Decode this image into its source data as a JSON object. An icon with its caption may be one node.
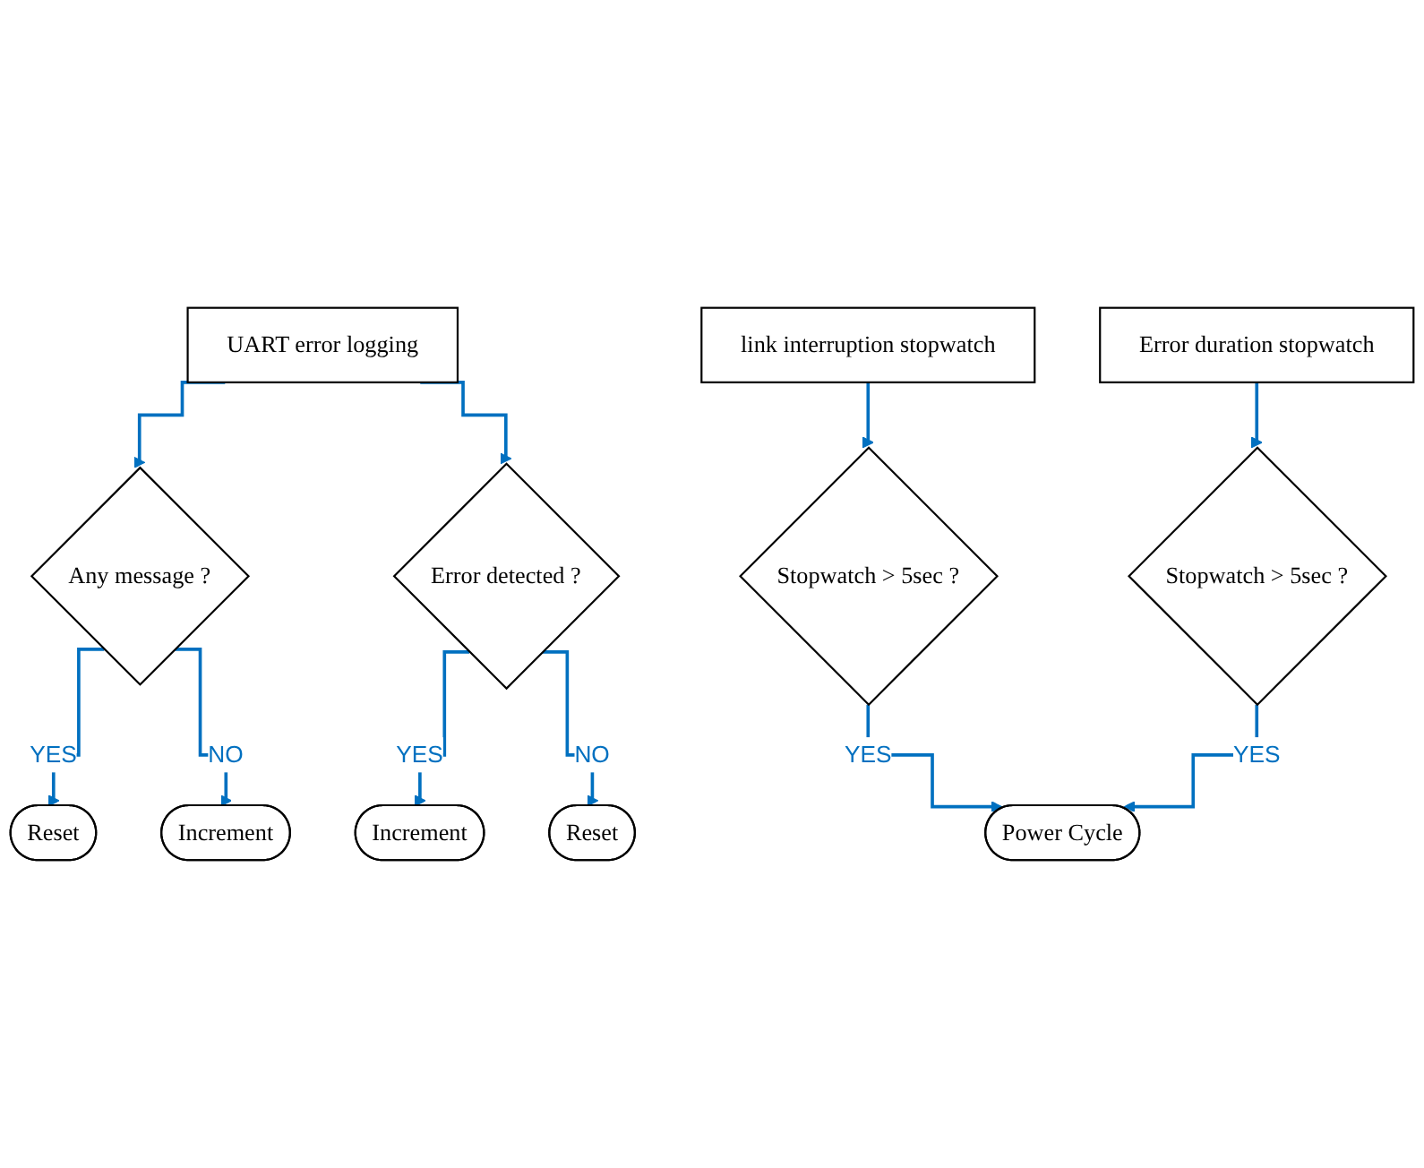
{
  "diagram": {
    "nodes": [
      {
        "text": [
          "UART error logging"
        ]
      },
      {
        "text": [
          "Any message ?"
        ]
      },
      {
        "text": [
          "Error detected ?"
        ]
      },
      {
        "text": [
          "Reset"
        ]
      },
      {
        "text": [
          "Increment"
        ]
      },
      {
        "text": [
          "Increment"
        ]
      },
      {
        "text": [
          "Reset"
        ]
      },
      {
        "text": [
          "link interruption stopwatch"
        ]
      },
      {
        "text": [
          "Error duration stopwatch"
        ]
      },
      {
        "text": [
          "Stopwatch > 5sec ?"
        ]
      },
      {
        "text": [
          "Stopwatch > 5sec ?"
        ]
      },
      {
        "text": [
          "Power Cycle"
        ]
      }
    ],
    "edges": [
      {
        "from": 0,
        "to": 1,
        "arrow": "to"
      },
      {
        "from": 0,
        "to": 2,
        "arrow": "to"
      },
      {
        "from": 1,
        "to": 3,
        "label": "YES",
        "arrow": "to"
      },
      {
        "from": 1,
        "to": 4,
        "label": "NO",
        "arrow": "to"
      },
      {
        "from": 2,
        "to": 5,
        "label": "YES",
        "arrow": "to"
      },
      {
        "from": 2,
        "to": 6,
        "label": "NO",
        "arrow": "to"
      },
      {
        "from": 7,
        "to": 9,
        "arrow": "to"
      },
      {
        "from": 8,
        "to": 10,
        "arrow": "to"
      },
      {
        "from": 9,
        "to": 11,
        "label": "YES",
        "arrow": "to"
      },
      {
        "from": 10,
        "to": 11,
        "label": "YES",
        "arrow": "to"
      }
    ]
  }
}
